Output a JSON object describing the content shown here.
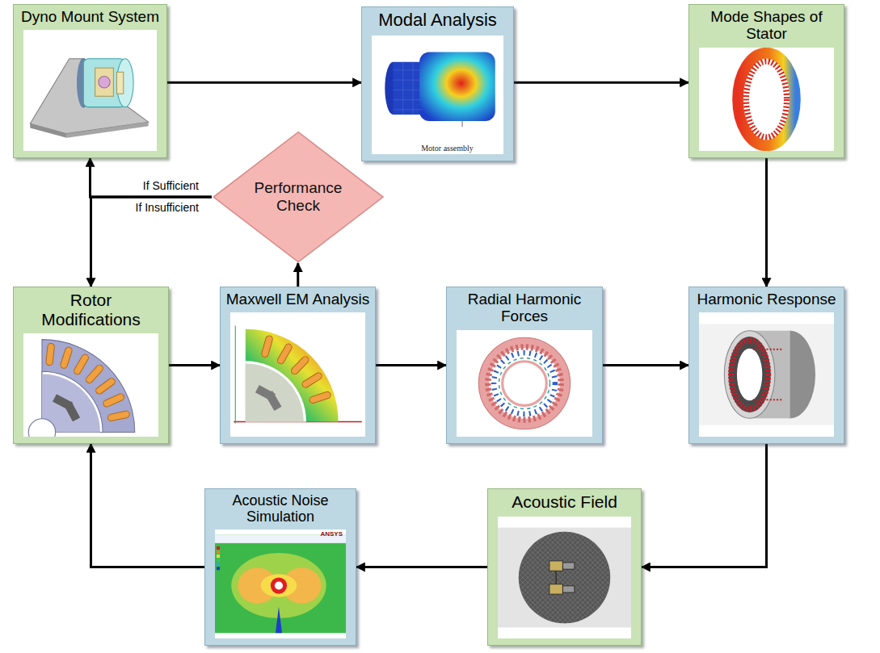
{
  "diagram": {
    "nodes": [
      {
        "text": [
          "Dyno Mount System"
        ]
      },
      {
        "text": [
          "Modal Analysis"
        ]
      },
      {
        "text": [
          "Mode Shapes of Stator"
        ]
      },
      {
        "text": [
          "Performance Check"
        ]
      },
      {
        "text": [
          "Rotor Modifications"
        ]
      },
      {
        "text": [
          "Maxwell EM Analysis"
        ]
      },
      {
        "text": [
          "Radial Harmonic Forces"
        ]
      },
      {
        "text": [
          "Harmonic Response"
        ]
      },
      {
        "text": [
          "Acoustic Noise Simulation"
        ]
      },
      {
        "text": [
          "Acoustic Field"
        ]
      }
    ],
    "edges": [
      {
        "from": 0,
        "to": 1,
        "arrow": "to"
      },
      {
        "from": 1,
        "to": 2,
        "arrow": "to"
      },
      {
        "from": 2,
        "to": 7,
        "arrow": "to"
      },
      {
        "from": 3,
        "to": 0,
        "label": "If Sufficient",
        "arrow": "to"
      },
      {
        "from": 3,
        "to": 4,
        "label": "If Insufficient",
        "arrow": "to"
      },
      {
        "from": 5,
        "to": 3,
        "arrow": "to"
      },
      {
        "from": 4,
        "to": 5,
        "arrow": "to"
      },
      {
        "from": 5,
        "to": 6,
        "arrow": "to"
      },
      {
        "from": 6,
        "to": 7,
        "arrow": "to"
      },
      {
        "from": 7,
        "to": 9,
        "arrow": "to"
      },
      {
        "from": 9,
        "to": 8,
        "arrow": "to"
      },
      {
        "from": 8,
        "to": 4,
        "arrow": "to"
      }
    ],
    "labels": [
      "Motor assembly",
      "ANSYS"
    ]
  }
}
